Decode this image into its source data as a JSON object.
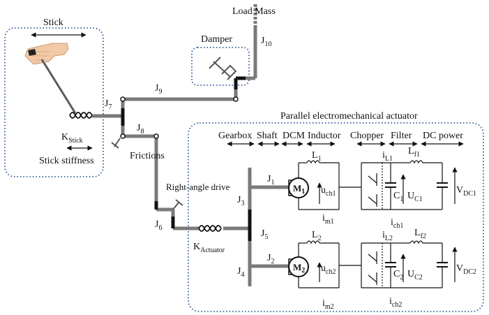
{
  "blocks": {
    "stick": "Stick",
    "damper": "Damper",
    "load_mass": "Load Mass",
    "frictions": "Frictions",
    "right_angle_drive": "Right-angle drive",
    "stick_stiffness": "Stick stiffness",
    "parallel_actuator": "Parallel electromechanical actuator"
  },
  "sections": [
    "Gearbox",
    "Shaft",
    "DCM",
    "Inductor",
    "Chopper",
    "Filter",
    "DC power"
  ],
  "inertias": {
    "j1": {
      "main": "J",
      "sub": "1"
    },
    "j2": {
      "main": "J",
      "sub": "2"
    },
    "j3": {
      "main": "J",
      "sub": "3"
    },
    "j4": {
      "main": "J",
      "sub": "4"
    },
    "j5": {
      "main": "J",
      "sub": "5"
    },
    "j6": {
      "main": "J",
      "sub": "6"
    },
    "j7": {
      "main": "J",
      "sub": "7"
    },
    "j8": {
      "main": "J",
      "sub": "8"
    },
    "j9": {
      "main": "J",
      "sub": "9"
    },
    "j10": {
      "main": "J",
      "sub": "10"
    }
  },
  "springs": {
    "k_stick": {
      "main": "K",
      "sub": "Stick"
    },
    "k_actuator": {
      "main": "K",
      "sub": "Actuator"
    }
  },
  "motors": {
    "m1": {
      "main": "M",
      "sub": "1"
    },
    "m2": {
      "main": "M",
      "sub": "2"
    }
  },
  "electrical": {
    "l1": {
      "main": "L",
      "sub": "1"
    },
    "l2": {
      "main": "L",
      "sub": "2"
    },
    "lf1": {
      "main": "L",
      "sub": "f1"
    },
    "lf2": {
      "main": "L",
      "sub": "f2"
    },
    "c1": {
      "main": "C",
      "sub": "1"
    },
    "c2": {
      "main": "C",
      "sub": "2"
    },
    "uc1": {
      "main": "U",
      "sub": "C1"
    },
    "uc2": {
      "main": "U",
      "sub": "C2"
    },
    "uch1": {
      "main": "u",
      "sub": "ch1"
    },
    "uch2": {
      "main": "u",
      "sub": "ch2"
    },
    "im1": {
      "main": "i",
      "sub": "m1"
    },
    "im2": {
      "main": "i",
      "sub": "m2"
    },
    "ich1": {
      "main": "i",
      "sub": "ch1"
    },
    "ich2": {
      "main": "i",
      "sub": "ch2"
    },
    "il1": {
      "main": "i",
      "sub": "L1"
    },
    "il2": {
      "main": "i",
      "sub": "L2"
    },
    "vdc1": {
      "main": "V",
      "sub": "DC1"
    },
    "vdc2": {
      "main": "V",
      "sub": "DC2"
    }
  },
  "colors": {
    "shaft": "#7a7a7a",
    "dotted_box": "#2f5597",
    "hand_skin": "#f1c9a5",
    "wire": "#111111"
  }
}
